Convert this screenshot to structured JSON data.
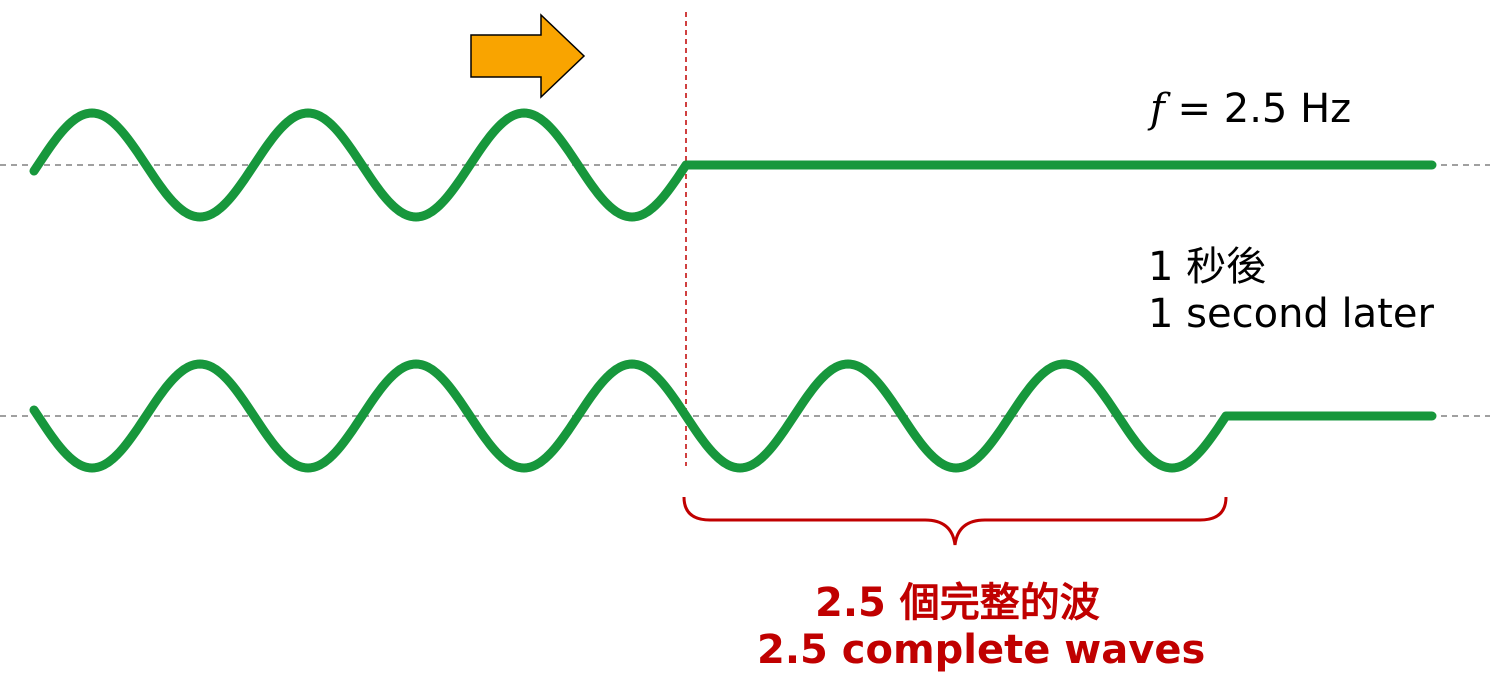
{
  "labels": {
    "freq_symbol": "f",
    "freq_text": " = 2.5 Hz",
    "later_zh": "1 秒後",
    "later_en": "1 second later",
    "count_zh": "2.5 個完整的波",
    "count_en": "2.5 complete waves"
  },
  "wave": {
    "frequency_hz": 2.5,
    "elapsed_seconds": 1,
    "complete_waves": 2.5
  },
  "colors": {
    "wave": "#17973c",
    "arrow_fill": "#f9a400",
    "marker": "#c00000",
    "baseline": "#808080",
    "text": "#000000"
  }
}
